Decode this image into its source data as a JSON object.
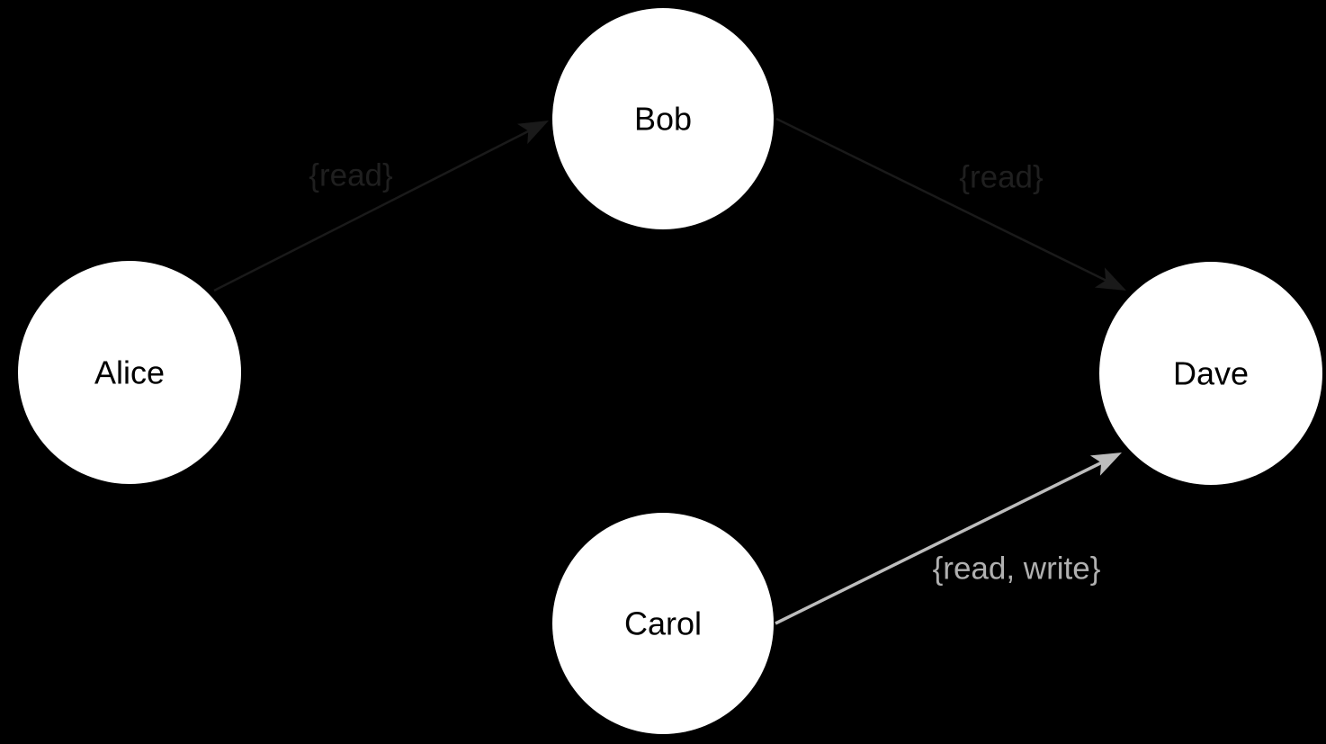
{
  "canvas": {
    "background": "#000000"
  },
  "nodes": [
    {
      "id": "alice",
      "label": "Alice",
      "fill": "#ffffff",
      "text_color": "#000000"
    },
    {
      "id": "bob",
      "label": "Bob",
      "fill": "#ffffff",
      "text_color": "#000000"
    },
    {
      "id": "carol",
      "label": "Carol",
      "fill": "#ffffff",
      "text_color": "#000000"
    },
    {
      "id": "dave",
      "label": "Dave",
      "fill": "#ffffff",
      "text_color": "#000000"
    }
  ],
  "edges": [
    {
      "from": "Alice",
      "to": "Bob",
      "label": "{read}",
      "color": "#1a1a1a",
      "label_color": "#1f1f1f",
      "arrow": "to"
    },
    {
      "from": "Bob",
      "to": "Dave",
      "label": "{read}",
      "color": "#1a1a1a",
      "label_color": "#1f1f1f",
      "arrow": "to"
    },
    {
      "from": "Carol",
      "to": "Dave",
      "label": "{read, write}",
      "color": "#bdbdbd",
      "label_color": "#b0b0b0",
      "arrow": "to"
    }
  ]
}
